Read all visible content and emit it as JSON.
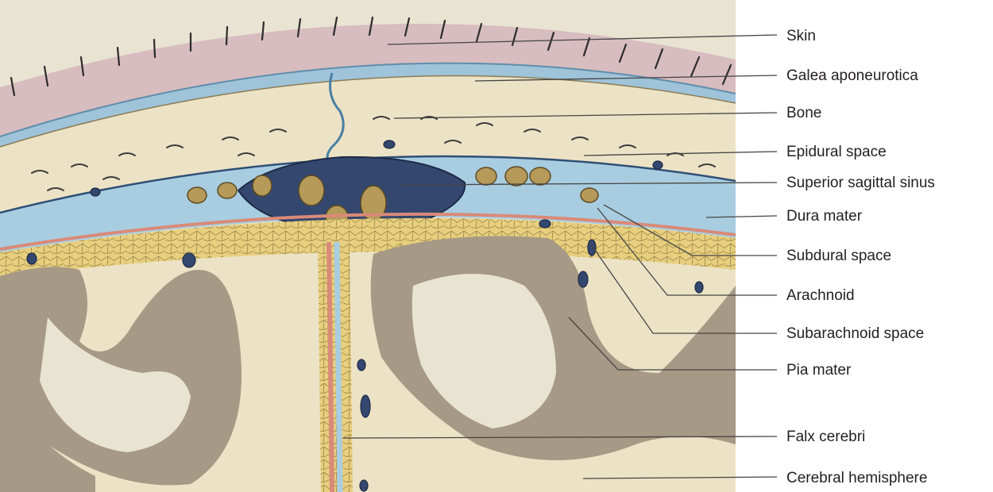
{
  "labels": {
    "skin": "Skin",
    "galea": "Galea aponeurotica",
    "bone": "Bone",
    "epidural": "Epidural space",
    "sinus": "Superior sagittal sinus",
    "dura": "Dura mater",
    "subdural": "Subdural space",
    "arachnoid": "Arachnoid",
    "subarachnoid": "Subarachnoid space",
    "pia": "Pia mater",
    "falx": "Falx cerebri",
    "cerebral": "Cerebral hemisphere"
  },
  "colors": {
    "skin": "#d7bcc0",
    "galea": "#9fc3d9",
    "bone": "#ece3c6",
    "dura": "#a9cde0",
    "sinus": "#34476e",
    "granulation": "#b59a5a",
    "pia": "#d98a78",
    "subarachnoid": "#e8cf7e",
    "gray_matter": "#a69985",
    "white_matter": "#e9e3d2"
  }
}
